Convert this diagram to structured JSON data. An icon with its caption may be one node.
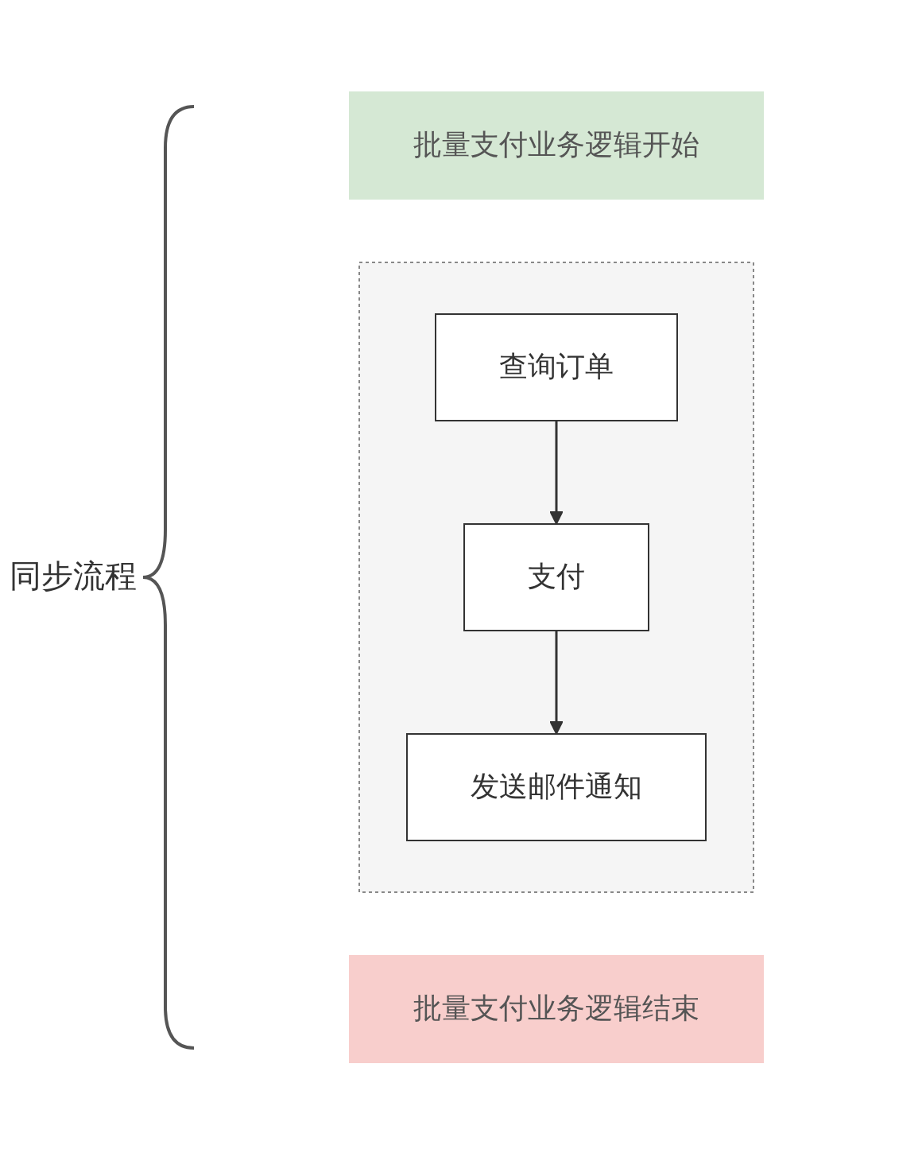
{
  "diagram": {
    "nodes": [
      {
        "text": [
          "批量支付业务逻辑开始"
        ]
      },
      {
        "text": [],
        "shape": "box"
      },
      {
        "text": [
          "查询订单"
        ],
        "in": 1
      },
      {
        "text": [
          "支付"
        ],
        "in": 1
      },
      {
        "text": [
          "发送邮件通知"
        ],
        "in": 1
      },
      {
        "text": [
          "批量支付业务逻辑结束"
        ]
      }
    ],
    "edges": [
      {
        "from": 2,
        "to": 3,
        "arrow": "to"
      },
      {
        "from": 3,
        "to": 4,
        "arrow": "to"
      }
    ],
    "labels": [
      "同步流程"
    ]
  }
}
